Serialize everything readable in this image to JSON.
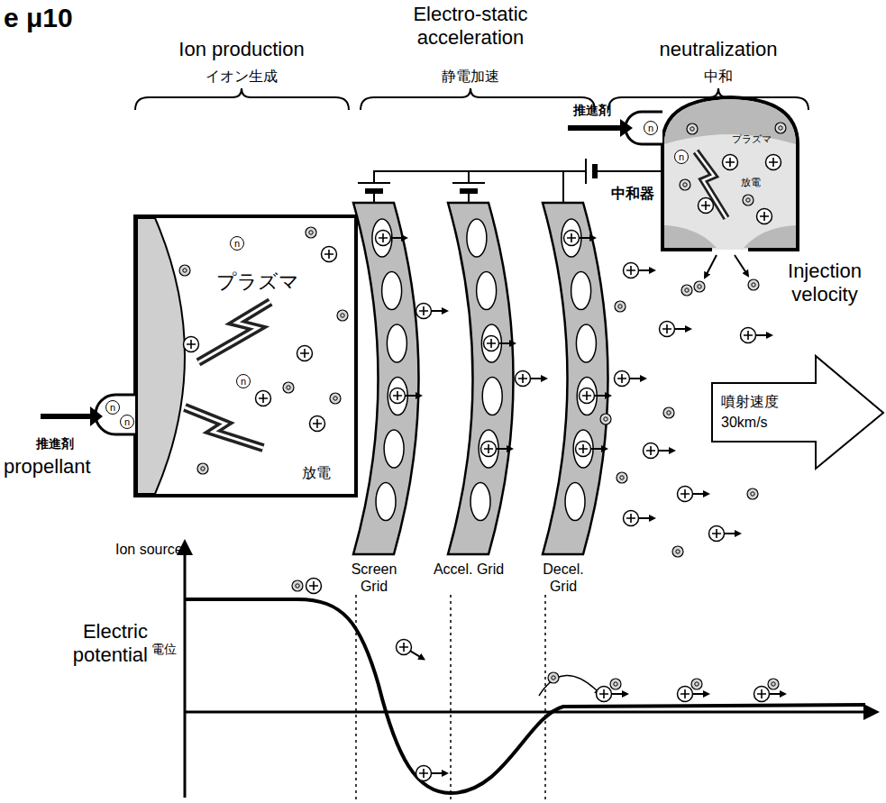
{
  "diagram": {
    "title": "e μ10",
    "labels": [
      "Ion production",
      "Electro-static acceleration",
      "neutralization",
      "イオン生成",
      "静電加速",
      "中和",
      "推進剤",
      "プラズマ",
      "放電",
      "中和器",
      "Injection velocity",
      "噴射速度",
      "30km/s",
      "推進剤",
      "propellant",
      "プラズマ",
      "放電",
      "Ion source",
      "Screen Grid",
      "Accel. Grid",
      "Decel. Grid",
      "Electric potential",
      "電位",
      "n",
      "n",
      "n",
      "n",
      "n",
      "n"
    ]
  }
}
